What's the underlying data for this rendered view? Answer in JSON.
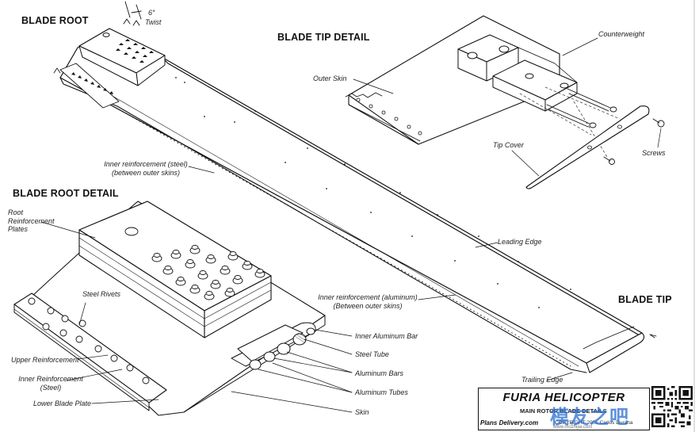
{
  "headings": {
    "blade_root": "BLADE ROOT",
    "blade_tip_detail": "BLADE TIP DETAIL",
    "blade_root_detail": "BLADE ROOT DETAIL",
    "blade_tip": "BLADE TIP"
  },
  "labels": {
    "twist_deg": "6°",
    "twist": "Twist",
    "counterweight": "Counterweight",
    "outer_skin": "Outer Skin",
    "tip_cover": "Tip Cover",
    "screws": "Screws",
    "inner_reinforcement_steel_1": "Inner reinforcement (steel)",
    "inner_reinforcement_steel_2": "(between outer skins)",
    "leading_edge": "Leading Edge",
    "inner_reinforcement_alu_1": "Inner reinforcement (aluminum)",
    "inner_reinforcement_alu_2": "(Between outer skins)",
    "trailing_edge": "Trailing Edge",
    "root_reinforcement_1": "Root",
    "root_reinforcement_2": "Reinforcement",
    "root_reinforcement_3": "Plates",
    "steel_rivets": "Steel Rivets",
    "upper_reinforcement": "Upper Reinforcement",
    "inner_reinforcement_1": "Inner Reinforcement",
    "inner_reinforcement_2": "(Steel)",
    "lower_blade_plate": "Lower Blade Plate",
    "inner_aluminum_bar": "Inner Aluminum Bar",
    "steel_tube": "Steel Tube",
    "aluminum_bars": "Aluminum Bars",
    "aluminum_tubes": "Aluminum Tubes",
    "skin": "Skin"
  },
  "title_block": {
    "brand": "FURIA HELICOPTER",
    "sheet_title": "MAIN ROTOR BLADE DETAILS",
    "plans": "Plans Delivery.com",
    "copyright": "COPYRIGHT 2001 Carlos Durana"
  },
  "watermark": {
    "text": "模友之吧",
    "url": "www.mozhijia.com"
  },
  "colors": {
    "ink": "#111111",
    "paper": "#ffffff",
    "watermark": "#286ed2"
  }
}
